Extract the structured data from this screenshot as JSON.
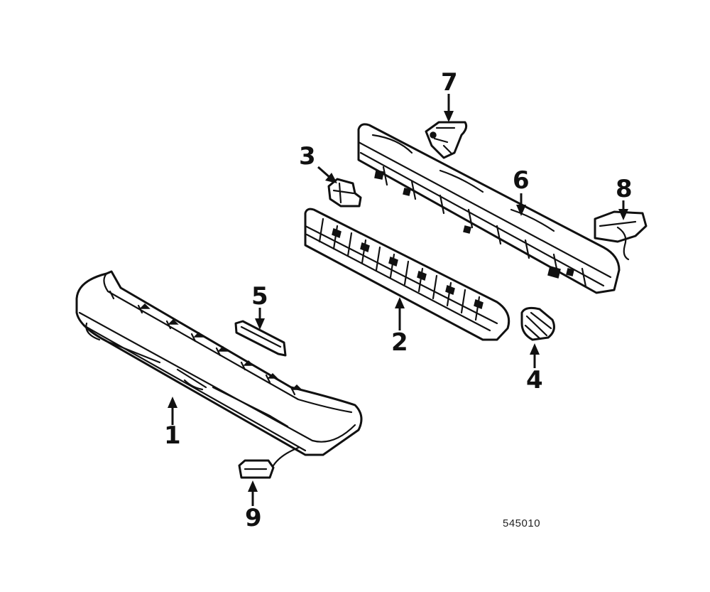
{
  "diagram": {
    "callouts": {
      "c1": "1",
      "c2": "2",
      "c3": "3",
      "c4": "4",
      "c5": "5",
      "c6": "6",
      "c7": "7",
      "c8": "8",
      "c9": "9"
    },
    "reference_code": "545010"
  }
}
